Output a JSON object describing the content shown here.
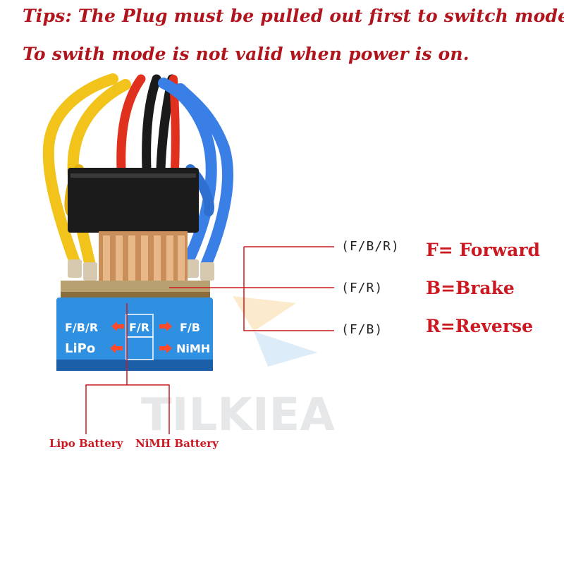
{
  "tips": {
    "line1": "Tips: The Plug must be pulled out first to switch mode,",
    "line2": "To swith mode is not valid when power is on."
  },
  "modes": [
    "(F/B/R)",
    "(F/R)",
    "(F/B)"
  ],
  "legend": [
    "F= Forward",
    "B=Brake",
    "R=Reverse"
  ],
  "panel": {
    "top_left": "F/B/R",
    "top_center": "F/R",
    "top_right": "F/B",
    "bottom_left": "LiPo",
    "bottom_right": "NiMH"
  },
  "battery_labels": {
    "lipo": "Lipo Battery",
    "nimh": "NiMH Battery"
  },
  "watermark": "TILKIEA",
  "colors": {
    "annotation_red": "#cc1820",
    "tip_red": "#b0141c",
    "panel_blue": "#2f8fe0",
    "wire_yellow": "#f2c31a",
    "wire_blue": "#3a7fe6",
    "wire_red": "#e0301e",
    "wire_black": "#1a1a1a"
  }
}
